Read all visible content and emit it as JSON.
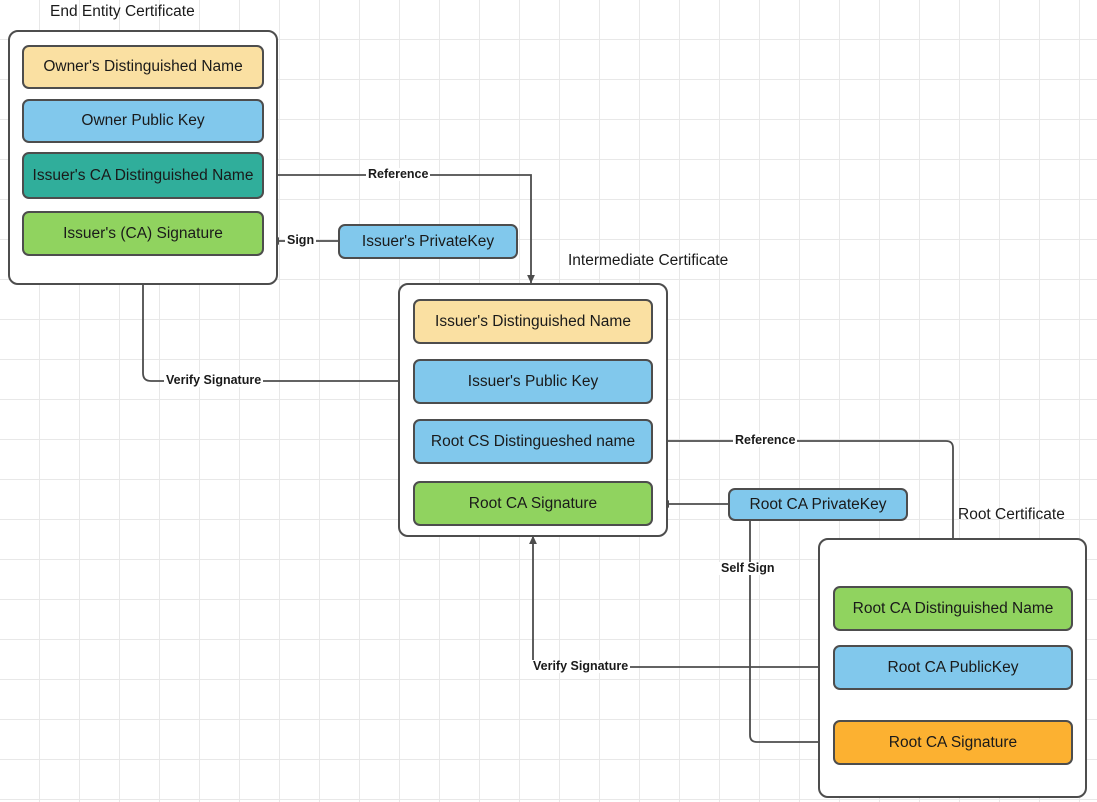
{
  "diagram": {
    "title_labels": {
      "end_entity": "End Entity Certificate",
      "intermediate": "Intermediate Certificate",
      "root": "Root Certificate"
    },
    "colors": {
      "yellow": "#FAE0A2",
      "blue": "#81C8EC",
      "teal": "#30AE9B",
      "green_light": "#90D35F",
      "orange": "#FCB131",
      "border": "#4d4d4d",
      "text": "#1a1a1a",
      "grid": "#e8e8e8"
    },
    "certificates": [
      {
        "name": "end-entity-certificate",
        "label": "End Entity Certificate",
        "fields": [
          {
            "name": "owner-distinguished-name",
            "text": "Owner's Distinguished Name",
            "color": "yellow"
          },
          {
            "name": "owner-public-key",
            "text": "Owner Public  Key",
            "color": "blue"
          },
          {
            "name": "issuer-ca-distinguished-name",
            "text": "Issuer's CA Distinguished Name",
            "color": "teal"
          },
          {
            "name": "issuer-ca-signature",
            "text": "Issuer's (CA) Signature",
            "color": "green_light"
          }
        ]
      },
      {
        "name": "intermediate-certificate",
        "label": "Intermediate Certificate",
        "fields": [
          {
            "name": "issuer-distinguished-name",
            "text": "Issuer's Distinguished Name",
            "color": "yellow"
          },
          {
            "name": "issuer-public-key",
            "text": "Issuer's Public  Key",
            "color": "blue"
          },
          {
            "name": "root-cs-distingueshed-name",
            "text": "Root CS Distingueshed name",
            "color": "blue"
          },
          {
            "name": "root-ca-signature-intermediate",
            "text": "Root CA Signature",
            "color": "green_light"
          }
        ]
      },
      {
        "name": "root-certificate",
        "label": "Root Certificate",
        "fields": [
          {
            "name": "root-ca-distinguished-name",
            "text": "Root CA Distinguished Name",
            "color": "green_light"
          },
          {
            "name": "root-ca-public-key",
            "text": "Root CA PublicKey",
            "color": "blue"
          },
          {
            "name": "root-ca-signature-root",
            "text": "Root CA Signature",
            "color": "orange"
          }
        ]
      }
    ],
    "keys": [
      {
        "name": "issuers-privatekey",
        "text": "Issuer's PrivateKey",
        "color": "blue"
      },
      {
        "name": "root-ca-privatekey",
        "text": "Root CA PrivateKey",
        "color": "blue"
      }
    ],
    "edges": [
      {
        "name": "edge-reference-upper",
        "label": "Reference"
      },
      {
        "name": "edge-sign",
        "label": "Sign"
      },
      {
        "name": "edge-verify-signature-upper",
        "label": "Verify Signature"
      },
      {
        "name": "edge-reference-lower",
        "label": "Reference"
      },
      {
        "name": "edge-self-sign",
        "label": "Self Sign"
      },
      {
        "name": "edge-verify-signature-lower",
        "label": "Verify Signature"
      }
    ]
  }
}
